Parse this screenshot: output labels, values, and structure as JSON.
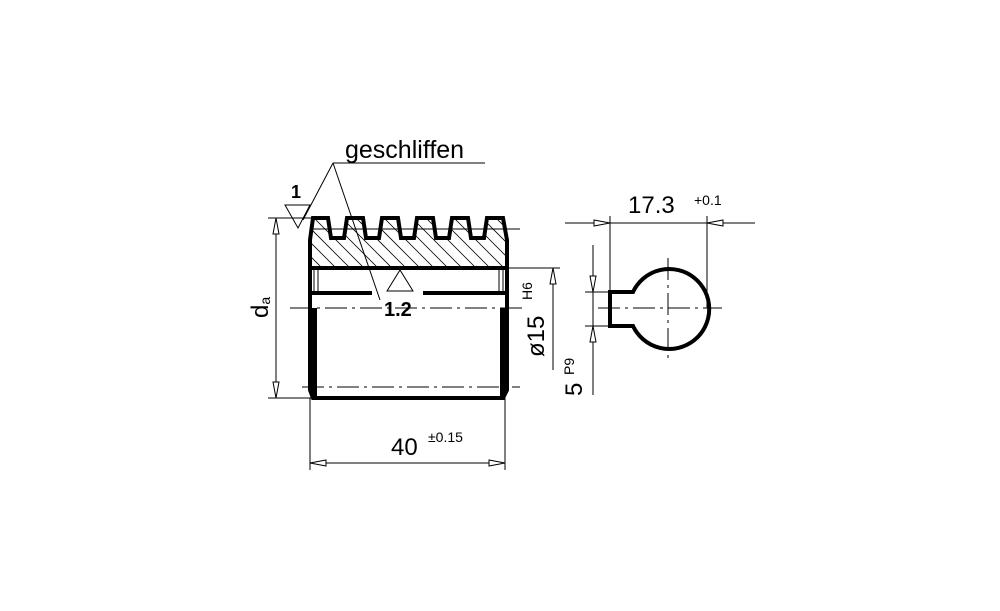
{
  "drawing": {
    "surface_note": "geschliffen",
    "roughness_top": "1",
    "roughness_bore": "1.2",
    "dim_tip_diameter": "d",
    "dim_tip_diameter_sub": "a",
    "dim_bore": "ø15",
    "dim_bore_tol": "H6",
    "dim_length": "40",
    "dim_length_tol": "±0.15",
    "dim_keyway_depth": "17.3",
    "dim_keyway_depth_tol": "+0.1",
    "dim_keyway_width": "5",
    "dim_keyway_width_tol": "P9",
    "line_color": "#000000",
    "background": "#ffffff"
  }
}
